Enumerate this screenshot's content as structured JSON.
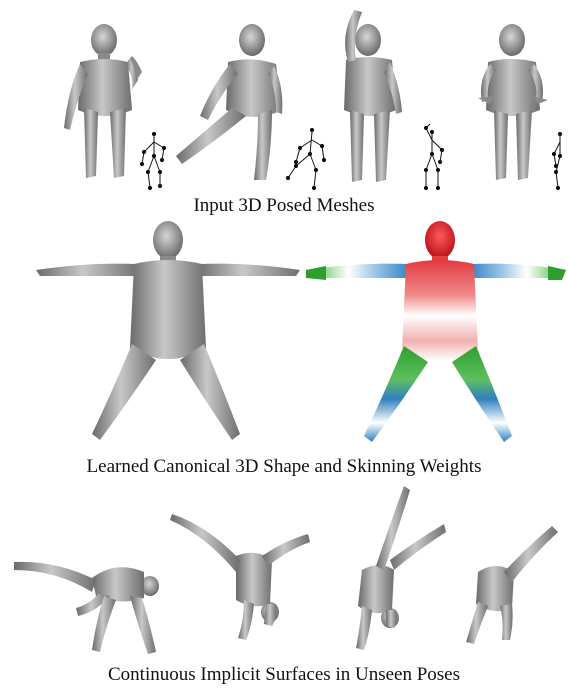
{
  "figure": {
    "rows": [
      {
        "caption": "Input 3D Posed Meshes",
        "figures": [
          {
            "kind": "posed-mesh",
            "pose": "right-hand-raised-waving",
            "with_skeleton": true
          },
          {
            "kind": "posed-mesh",
            "pose": "stepping-leg-out",
            "with_skeleton": true
          },
          {
            "kind": "posed-mesh",
            "pose": "arm-raised-overhead",
            "with_skeleton": true
          },
          {
            "kind": "posed-mesh",
            "pose": "arms-down-fingers-spread",
            "with_skeleton": true
          }
        ]
      },
      {
        "caption": "Learned Canonical 3D Shape and Skinning Weights",
        "figures": [
          {
            "kind": "canonical-shape",
            "pose": "t-pose",
            "colored": false
          },
          {
            "kind": "skinning-weights",
            "pose": "t-pose",
            "colored": true
          }
        ]
      },
      {
        "caption": "Continuous Implicit Surfaces in Unseen Poses",
        "figures": [
          {
            "kind": "implicit-surface",
            "pose": "crouching-leg-extended"
          },
          {
            "kind": "implicit-surface",
            "pose": "cartwheel-side"
          },
          {
            "kind": "implicit-surface",
            "pose": "handstand-split"
          },
          {
            "kind": "implicit-surface",
            "pose": "cartwheel-leg-up"
          }
        ]
      }
    ],
    "colors": {
      "mesh": "#9a9a9a",
      "mesh_shadow": "#5a5a5a",
      "weight_red": "#d9202a",
      "weight_green": "#3aa83a",
      "weight_blue": "#2f7fbf",
      "skeleton": "#111111"
    }
  }
}
